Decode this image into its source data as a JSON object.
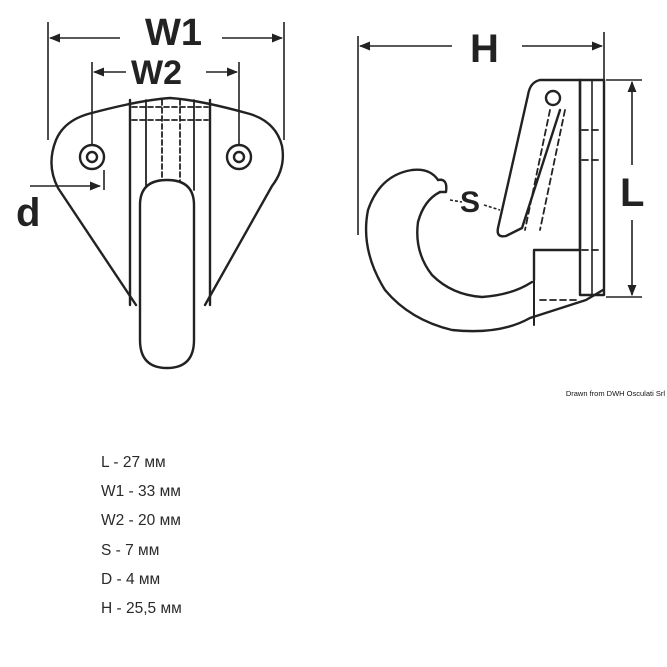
{
  "labels": {
    "w1": "W1",
    "w2": "W2",
    "d": "d",
    "h": "H",
    "s": "S",
    "l": "L"
  },
  "credit": "Drawn from DWH Osculati Srl",
  "specs": [
    "L - 27 мм",
    "W1 - 33 мм",
    "W2 - 20 мм",
    "S - 7 мм",
    "D - 4 мм",
    "H - 25,5 мм"
  ],
  "colors": {
    "line": "#222222",
    "text": "#2a2a2a"
  }
}
